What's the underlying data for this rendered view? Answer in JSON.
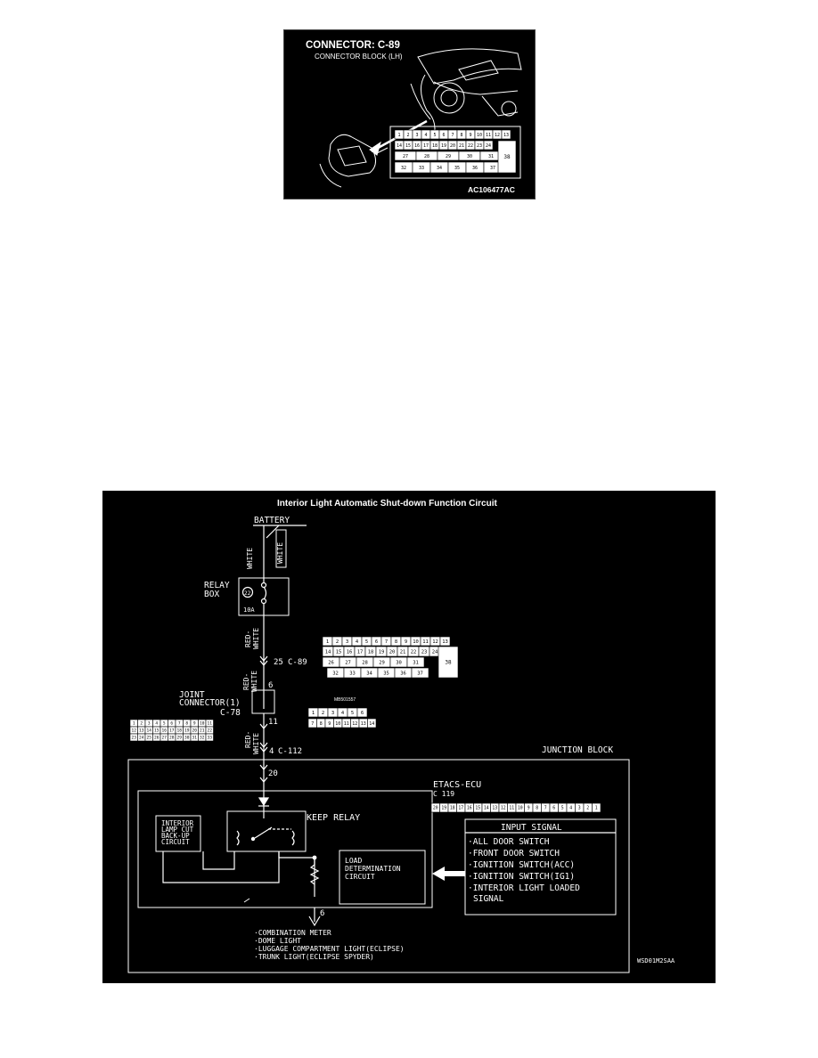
{
  "figure1": {
    "title": "CONNECTOR: C-89",
    "subtitle": "CONNECTOR BLOCK (LH)",
    "code": "AC106477AC",
    "pins_row1": [
      "1",
      "2",
      "3",
      "4",
      "5",
      "6",
      "7",
      "8",
      "9",
      "10",
      "11",
      "12",
      "13"
    ],
    "pins_row2": [
      "14",
      "15",
      "16",
      "17",
      "18",
      "19",
      "20",
      "21",
      "22",
      "23",
      "24"
    ],
    "pins_row3": [
      "27",
      "28",
      "29",
      "30",
      "31"
    ],
    "pins_row4": [
      "32",
      "33",
      "34",
      "35",
      "36",
      "37"
    ],
    "pin_big": "38"
  },
  "figure2": {
    "title": "Interior Light Automatic Shut-down Function Circuit",
    "battery": "BATTERY",
    "wire_white": "WHITE",
    "relay_box": [
      "RELAY",
      "BOX"
    ],
    "fuse_no": "22",
    "fuse_rating": "10A",
    "wire_red_white": [
      "RED-",
      "WHITE"
    ],
    "pin_25": "25",
    "conn_c89": "C-89",
    "pin_6": "6",
    "joint_connector": [
      "JOINT",
      "CONNECTOR(1)"
    ],
    "conn_c78": "C-78",
    "pin_11": "11",
    "pin_4": "4",
    "conn_c112": "C-112",
    "mb_part": "MB501557",
    "junction_block": "JUNCTION BLOCK",
    "pin_20": "20",
    "etacs": "ETACS-ECU",
    "conn_c119": "C 119",
    "keep_relay": "KEEP RELAY",
    "interior_lamp": [
      "INTERIOR",
      "LAMP CUT",
      "BACK-UP",
      "CIRCUIT"
    ],
    "load_det": [
      "LOAD",
      "DETERMINATION",
      "CIRCUIT"
    ],
    "input_signal_title": "INPUT SIGNAL",
    "input_signals": [
      "·ALL DOOR SWITCH",
      "·FRONT DOOR SWITCH",
      "·IGNITION SWITCH(ACC)",
      "·IGNITION SWITCH(IG1)",
      "·INTERIOR LIGHT LOADED",
      "SIGNAL"
    ],
    "pin_6b": "6",
    "outputs": [
      "·COMBINATION METER",
      "·DOME LIGHT",
      "·LUGGAGE COMPARTMENT LIGHT(ECLIPSE)",
      "·TRUNK LIGHT(ECLIPSE SPYDER)"
    ],
    "code": "WSD01M2SAA",
    "c89_grid_row1": [
      "1",
      "2",
      "3",
      "4",
      "5",
      "6",
      "7",
      "8",
      "9",
      "10",
      "11",
      "12",
      "13"
    ],
    "c89_grid_row2": [
      "14",
      "15",
      "16",
      "17",
      "18",
      "19",
      "20",
      "21",
      "22",
      "23",
      "24"
    ],
    "c89_grid_row3": [
      "26",
      "27",
      "28",
      "29",
      "30",
      "31"
    ],
    "c89_grid_row4": [
      "32",
      "33",
      "34",
      "35",
      "36",
      "37"
    ],
    "c89_grid_big": "38",
    "c78_row1": [
      "1",
      "2",
      "3",
      "4",
      "5",
      "6",
      "7",
      "8",
      "9",
      "10",
      "11"
    ],
    "c78_row2": [
      "12",
      "13",
      "14",
      "15",
      "16",
      "17",
      "18",
      "19",
      "20",
      "21",
      "22"
    ],
    "c78_row3": [
      "23",
      "24",
      "25",
      "26",
      "27",
      "28",
      "29",
      "30",
      "31",
      "32",
      "33"
    ],
    "c112_row1": [
      "1",
      "2",
      "3",
      "4",
      "5",
      "6"
    ],
    "c112_row2": [
      "7",
      "8",
      "9",
      "10",
      "11",
      "12",
      "13",
      "14"
    ],
    "c119_row": [
      "20",
      "19",
      "18",
      "17",
      "16",
      "15",
      "14",
      "13",
      "12",
      "11",
      "10",
      "9",
      "8",
      "7",
      "6",
      "5",
      "4",
      "3",
      "2",
      "1"
    ]
  }
}
